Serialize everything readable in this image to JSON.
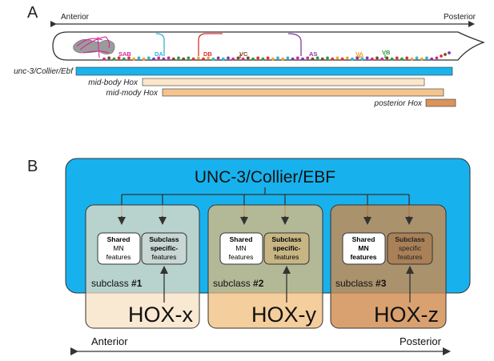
{
  "panel_a": {
    "letter": "A",
    "axis": {
      "left": "Anterior",
      "right": "Posterior"
    },
    "neurons": [
      {
        "label": "SAB",
        "color": "#d6259a"
      },
      {
        "label": "DA",
        "color": "#2cb6d6"
      },
      {
        "label": "DB",
        "color": "#e03030"
      },
      {
        "label": "VC",
        "color": "#7a4a1c"
      },
      {
        "label": "AS",
        "color": "#7b3aa8"
      },
      {
        "label": "VA",
        "color": "#f2a230"
      },
      {
        "label": "VB",
        "color": "#2e9a3e"
      }
    ],
    "bars": [
      {
        "label": "unc-3/Collier/Ebf",
        "color": "#1ab3ec"
      },
      {
        "label": "mid-body Hox",
        "color": "#fbe6cc"
      },
      {
        "label": "mid-mody Hox",
        "color": "#f3c48e"
      },
      {
        "label": "posterior Hox",
        "color": "#d9955c"
      }
    ]
  },
  "panel_b": {
    "letter": "B",
    "title": "UNC-3/Collier/EBF",
    "shared_box": [
      "Shared",
      "MN",
      "features"
    ],
    "specific_box": [
      "Subclass",
      "specific-",
      "features"
    ],
    "subclasses": [
      {
        "label_prefix": "subclass ",
        "label_num": "#1",
        "hox": "HOX-x",
        "shared": [
          "Shared",
          "MN",
          "features"
        ],
        "specific": [
          "Subclass",
          "specific-",
          "features"
        ],
        "color": "#f7dfc0"
      },
      {
        "label_prefix": "subclass ",
        "label_num": "#2",
        "hox": "HOX-y",
        "shared": [
          "Shared",
          "MN",
          "features"
        ],
        "specific": [
          "Subclass",
          "specific-",
          "features"
        ],
        "color": "#f0bb76"
      },
      {
        "label_prefix": "subclass ",
        "label_num": "#3",
        "hox": "HOX-z",
        "shared": [
          "Shared",
          "MN",
          "features"
        ],
        "specific": [
          "Subclass",
          "specific",
          "features"
        ],
        "color": "#d08a4c"
      }
    ],
    "axis": {
      "left": "Anterior",
      "right": "Posterior"
    },
    "ebf_color": "#17b2ed"
  }
}
